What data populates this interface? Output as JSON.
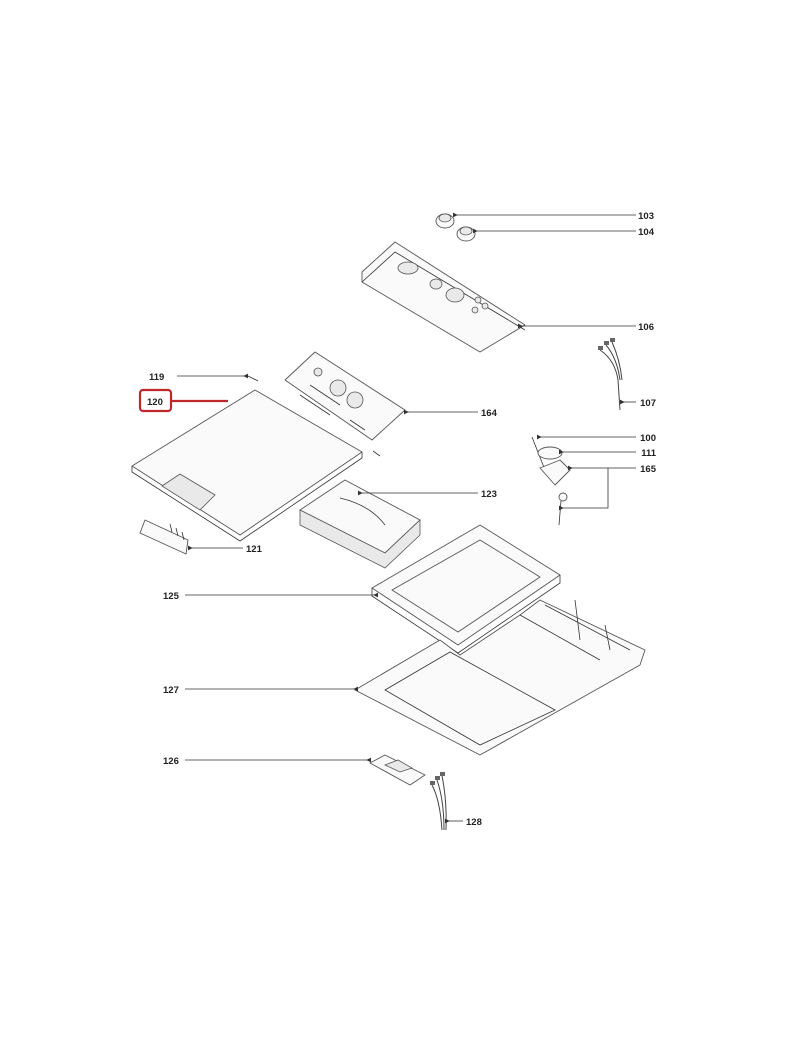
{
  "diagram": {
    "highlighted_part": "120",
    "highlight_color": "#c0272d",
    "callouts": [
      {
        "id": "103",
        "label": "103"
      },
      {
        "id": "104",
        "label": "104"
      },
      {
        "id": "106",
        "label": "106"
      },
      {
        "id": "107",
        "label": "107"
      },
      {
        "id": "119",
        "label": "119"
      },
      {
        "id": "120",
        "label": "120"
      },
      {
        "id": "164",
        "label": "164"
      },
      {
        "id": "100",
        "label": "100"
      },
      {
        "id": "111",
        "label": "111"
      },
      {
        "id": "165",
        "label": "165"
      },
      {
        "id": "123",
        "label": "123"
      },
      {
        "id": "121",
        "label": "121"
      },
      {
        "id": "125",
        "label": "125"
      },
      {
        "id": "127",
        "label": "127"
      },
      {
        "id": "126",
        "label": "126"
      },
      {
        "id": "128",
        "label": "128"
      }
    ]
  }
}
